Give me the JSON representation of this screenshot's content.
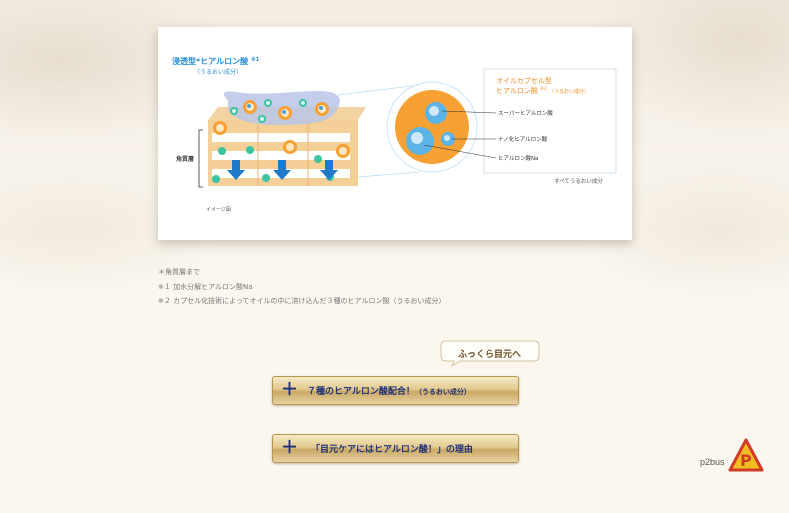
{
  "diagram": {
    "left_title": "浸透型*ヒアルロン酸",
    "left_title_sup": "※1",
    "left_subtitle": "（うるおい成分）",
    "layer_label": "角質層",
    "caption": "イメージ図",
    "right_title_line1": "オイルカプセル型",
    "right_title_line2": "ヒアルロン酸",
    "right_title_sup": "※2",
    "right_title_paren": "（うるおい成分）",
    "items": [
      "スーパーヒアルロン酸",
      "ナノ化ヒアルロン酸",
      "ヒアルロン酸Na"
    ],
    "footer": "すべてうるおい成分",
    "colors": {
      "blue_text": "#2a8fd0",
      "orange_text": "#f08a1c",
      "capsule": "#f7a033",
      "arrow": "#1f7ac8"
    }
  },
  "notes": [
    "＊角質層まで",
    "※１ 加水分解ヒアルロン酸Na",
    "※２ カプセル化技術によってオイルの中に溶け込んだ３種のヒアルロン酸（うるおい成分）"
  ],
  "bubble": {
    "text": "ふっくら目元へ"
  },
  "buttons": [
    {
      "icon": "plus-icon",
      "label": "７種のヒアルロン酸配合！",
      "sub": "（うるおい成分）"
    },
    {
      "icon": "plus-icon",
      "label": "「目元ケアにはヒアルロン酸！」の理由",
      "sub": ""
    }
  ],
  "footer": {
    "brand_text": "p2bus",
    "logo_letter": "P"
  }
}
